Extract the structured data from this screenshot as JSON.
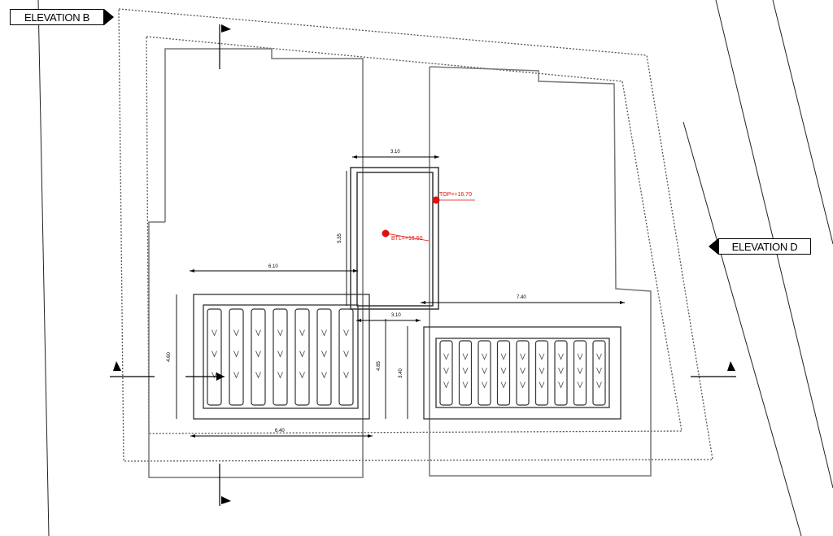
{
  "elevations": {
    "b": {
      "label": "ELEVATION B"
    },
    "d": {
      "label": "ELEVATION D"
    }
  },
  "dimensions": {
    "top_width": "3.10",
    "tank_height": "5.35",
    "left_width": "6.10",
    "right_width": "7.40",
    "mid_width": "3.10",
    "left_height": "4.60",
    "mid_height": "4.85",
    "right_height": "3.40",
    "bottom_width": "6.40"
  },
  "levels": {
    "top": "TOP=+16.70",
    "bottom": "BTL=+16.50"
  },
  "colors": {
    "line": "#000000",
    "grey_line": "#707070",
    "level_marker": "#e01010"
  }
}
